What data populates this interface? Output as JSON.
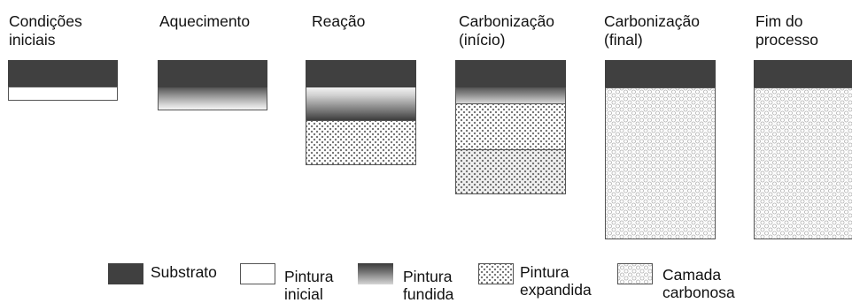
{
  "stages": [
    {
      "line1": "Condições",
      "line2": "iniciais"
    },
    {
      "line1": "Aquecimento",
      "line2": ""
    },
    {
      "line1": "Reação",
      "line2": ""
    },
    {
      "line1": "Carbonização",
      "line2": "(início)"
    },
    {
      "line1": "Carbonização",
      "line2": "(final)"
    },
    {
      "line1": "Fim do",
      "line2": "processo"
    }
  ],
  "legend": [
    {
      "line1": "Substrato",
      "line2": ""
    },
    {
      "line1": "Pintura",
      "line2": "inicial"
    },
    {
      "line1": "Pintura",
      "line2": "fundida"
    },
    {
      "line1": "Pintura",
      "line2": "expandida"
    },
    {
      "line1": "Camada",
      "line2": "carbonosa"
    }
  ],
  "colors": {
    "substrate": "#404040",
    "initial_paint": "#ffffff",
    "outline": "#555555"
  }
}
